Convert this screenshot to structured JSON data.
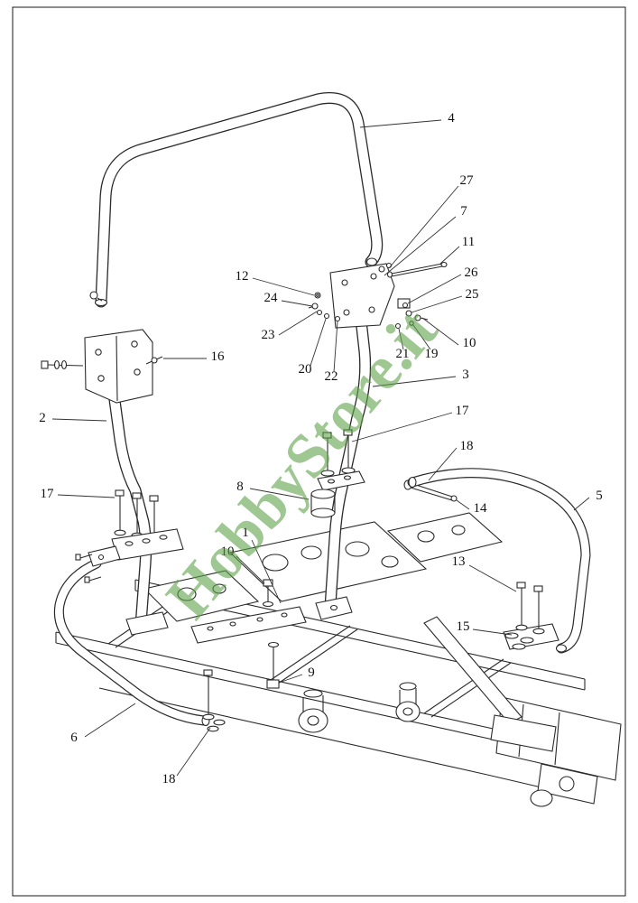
{
  "page": {
    "background": "#ffffff",
    "border_color": "#1a1a1a",
    "line_color": "#2a2a2a"
  },
  "watermark": {
    "text": "HobbyStore.it",
    "color": "#5ea24a"
  },
  "diagram": {
    "callouts": [
      {
        "num": "4"
      },
      {
        "num": "27"
      },
      {
        "num": "7"
      },
      {
        "num": "11"
      },
      {
        "num": "12"
      },
      {
        "num": "24"
      },
      {
        "num": "26"
      },
      {
        "num": "25"
      },
      {
        "num": "23"
      },
      {
        "num": "10"
      },
      {
        "num": "21"
      },
      {
        "num": "19"
      },
      {
        "num": "20"
      },
      {
        "num": "22"
      },
      {
        "num": "3"
      },
      {
        "num": "16"
      },
      {
        "num": "2"
      },
      {
        "num": "17"
      },
      {
        "num": "18"
      },
      {
        "num": "17"
      },
      {
        "num": "8"
      },
      {
        "num": "14"
      },
      {
        "num": "5"
      },
      {
        "num": "1"
      },
      {
        "num": "10"
      },
      {
        "num": "13"
      },
      {
        "num": "15"
      },
      {
        "num": "9"
      },
      {
        "num": "6"
      },
      {
        "num": "18"
      }
    ]
  }
}
